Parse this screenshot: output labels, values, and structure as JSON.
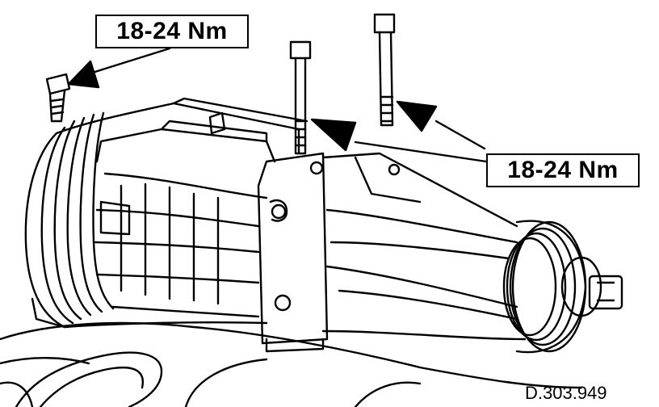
{
  "labels": {
    "torque_1": "18-24 Nm",
    "torque_2": "18-24 Nm"
  },
  "figure_ref": "D.303.949",
  "colors": {
    "ink": "#000000",
    "paper": "#ffffff"
  },
  "icons": [
    "bolt-icon",
    "arrow-icon"
  ]
}
